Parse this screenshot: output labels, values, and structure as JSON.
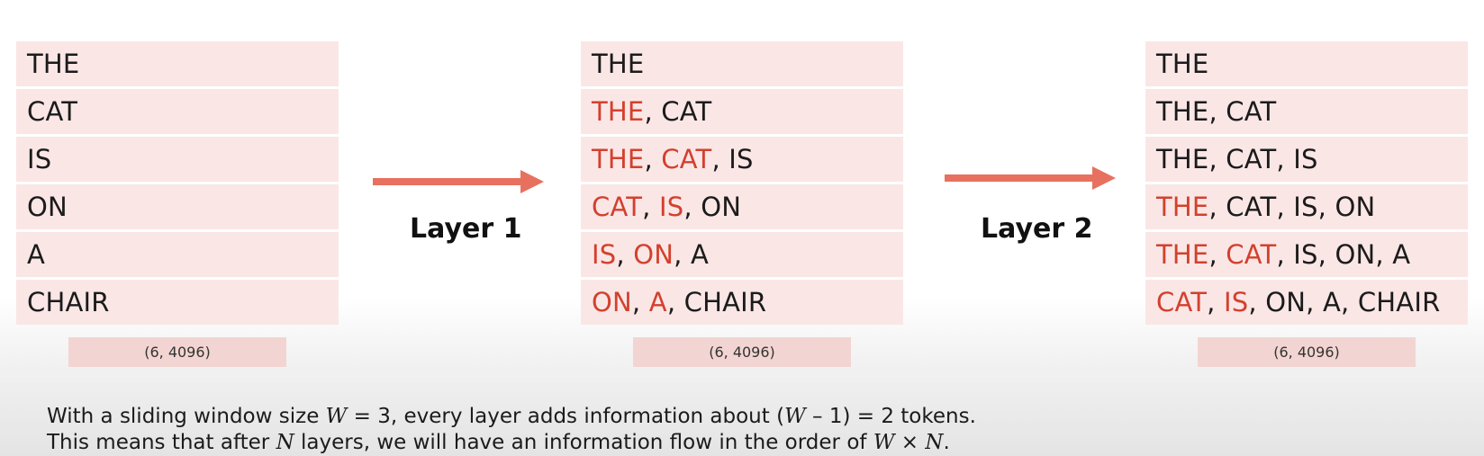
{
  "columns": [
    {
      "rows": [
        [
          {
            "t": "THE"
          }
        ],
        [
          {
            "t": "CAT"
          }
        ],
        [
          {
            "t": "IS"
          }
        ],
        [
          {
            "t": "ON"
          }
        ],
        [
          {
            "t": "A"
          }
        ],
        [
          {
            "t": "CHAIR"
          }
        ]
      ],
      "shape_label": "(6, 4096)"
    },
    {
      "rows": [
        [
          {
            "t": "THE"
          }
        ],
        [
          {
            "t": "THE",
            "h": true
          },
          {
            "t": ", CAT"
          }
        ],
        [
          {
            "t": "THE",
            "h": true
          },
          {
            "t": ", "
          },
          {
            "t": "CAT",
            "h": true
          },
          {
            "t": ", IS"
          }
        ],
        [
          {
            "t": "CAT",
            "h": true
          },
          {
            "t": ", "
          },
          {
            "t": "IS",
            "h": true
          },
          {
            "t": ", ON"
          }
        ],
        [
          {
            "t": "IS",
            "h": true
          },
          {
            "t": ", "
          },
          {
            "t": "ON",
            "h": true
          },
          {
            "t": ", A"
          }
        ],
        [
          {
            "t": "ON",
            "h": true
          },
          {
            "t": ", "
          },
          {
            "t": "A",
            "h": true
          },
          {
            "t": ", CHAIR"
          }
        ]
      ],
      "shape_label": "(6, 4096)"
    },
    {
      "rows": [
        [
          {
            "t": "THE"
          }
        ],
        [
          {
            "t": "THE, CAT"
          }
        ],
        [
          {
            "t": "THE, CAT, IS"
          }
        ],
        [
          {
            "t": "THE",
            "h": true
          },
          {
            "t": ", CAT, IS, ON"
          }
        ],
        [
          {
            "t": "THE",
            "h": true
          },
          {
            "t": ", "
          },
          {
            "t": "CAT",
            "h": true
          },
          {
            "t": ", IS, ON, A"
          }
        ],
        [
          {
            "t": "CAT",
            "h": true
          },
          {
            "t": ", "
          },
          {
            "t": "IS",
            "h": true
          },
          {
            "t": ", ON, A, CHAIR"
          }
        ]
      ],
      "shape_label": "(6, 4096)"
    }
  ],
  "layers": [
    {
      "label": "Layer 1"
    },
    {
      "label": "Layer 2"
    }
  ],
  "caption": {
    "line1": {
      "p1": "With a sliding window size ",
      "m1": "W",
      "p2": " = 3, every layer adds information about (",
      "m2": "W",
      "p3": " – 1) = 2 tokens."
    },
    "line2": {
      "p1": "This means that after ",
      "m1": "N",
      "p2": " layers, we will have an information flow in the order of ",
      "m2": "W",
      "p3": " × ",
      "m3": "N",
      "p4": "."
    }
  },
  "colors": {
    "row_bg": "#fbe6e6",
    "highlight_text": "#d2412d",
    "arrow": "#e8705f",
    "shape_box": "#f2d5d2"
  }
}
